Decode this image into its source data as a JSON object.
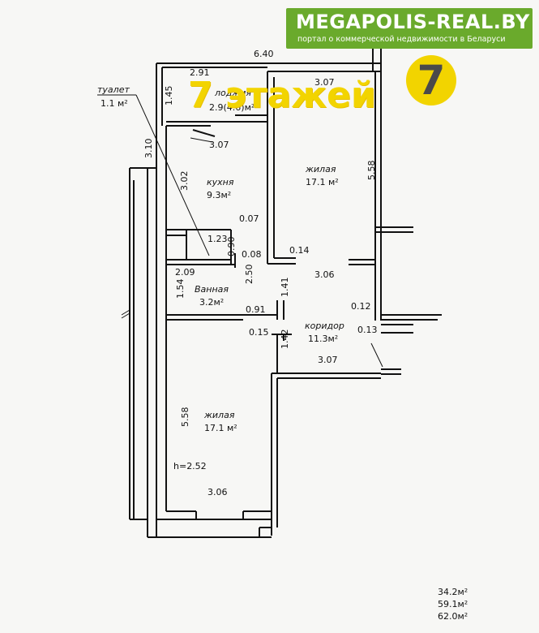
{
  "banner": {
    "site": "MEGAPOLIS-REAL.BY",
    "tagline": "портал о коммерческой недвижимости в Беларуси",
    "color": "#6aaa2c"
  },
  "overlay": {
    "floors_text": "7 этажей",
    "logo_digit": "7",
    "accent_color": "#f2d400"
  },
  "rooms": {
    "toilet": {
      "name": "туалет",
      "area": "1.1 м²"
    },
    "loggia": {
      "name": "лоджия",
      "area": "2.9(4.6)м²"
    },
    "kitchen": {
      "name": "кухня",
      "area": "9.3м²"
    },
    "living_top": {
      "name": "жилая",
      "area": "17.1 м²"
    },
    "bathroom": {
      "name": "Ванная",
      "area": "3.2м²"
    },
    "corridor": {
      "name": "коридор",
      "area": "11.3м²"
    },
    "living_bottom": {
      "name": "жилая",
      "area": "17.1 м²"
    }
  },
  "dimensions": {
    "d640": "6.40",
    "d291": "2.91",
    "d145": "1.45",
    "d307_top": "3.07",
    "d307_kitchen": "3.07",
    "d310": "3.10",
    "d302": "3.02",
    "d558_right": "5.58",
    "d007": "0.07",
    "d123": "1.23",
    "d090": "0.90",
    "d008": "0.08",
    "d014": "0.14",
    "d209": "2.09",
    "d250": "2.50",
    "d306_mid": "3.06",
    "d154": "1.54",
    "d141": "1.41",
    "d091": "0.91",
    "d012": "0.12",
    "d015": "0.15",
    "d013": "0.13",
    "d142": "1.42",
    "d307_bottom": "3.07",
    "d558_left": "5.58",
    "height": "h=2.52",
    "d306_bottom": "3.06"
  },
  "totals": {
    "living": "34.2м²",
    "general": "59.1м²",
    "total": "62.0м²"
  }
}
